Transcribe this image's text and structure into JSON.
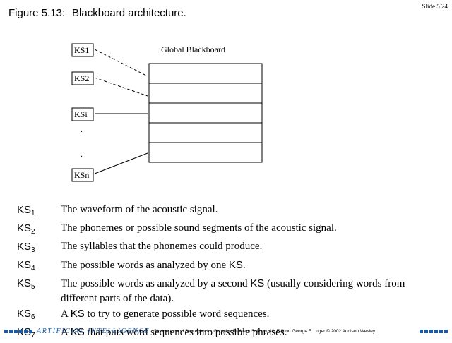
{
  "slide_number": "Slide 5.24",
  "title": {
    "label": "Figure 5.13:",
    "text": "Blackboard architecture."
  },
  "diagram": {
    "blackboard_label": "Global Blackboard",
    "ks_boxes": [
      "KS1",
      "KS2",
      "KSi",
      "KSn"
    ],
    "dots": "."
  },
  "legend": [
    {
      "key": "KS",
      "sub": "1",
      "desc_parts": [
        "The waveform of the acoustic signal."
      ]
    },
    {
      "key": "KS",
      "sub": "2",
      "desc_parts": [
        "The phonemes or possible sound segments of the acoustic signal."
      ]
    },
    {
      "key": "KS",
      "sub": "3",
      "desc_parts": [
        "The syllables that the phonemes could produce."
      ]
    },
    {
      "key": "KS",
      "sub": "4",
      "desc_parts": [
        "The possible words as analyzed by one ",
        "KS",
        "."
      ]
    },
    {
      "key": "KS",
      "sub": "5",
      "desc_parts": [
        "The possible words as analyzed by a second ",
        "KS",
        " (usually considering words from different parts of the data)."
      ]
    },
    {
      "key": "KS",
      "sub": "6",
      "desc_parts": [
        "A ",
        "KS",
        " to try to generate possible word sequences."
      ]
    },
    {
      "key": "KS",
      "sub": "7",
      "desc_parts": [
        "A ",
        "KS",
        " that puts word sequences into possible phrases."
      ]
    }
  ],
  "footer": {
    "brand": "ARTIFICIAL INTELLIGENCE",
    "text": ": Structures and Strategies for Complex Problem Solving, 4th Edition George F. Luger  © 2002 Addison Wesley",
    "accent_color": "#1a5aa8"
  }
}
